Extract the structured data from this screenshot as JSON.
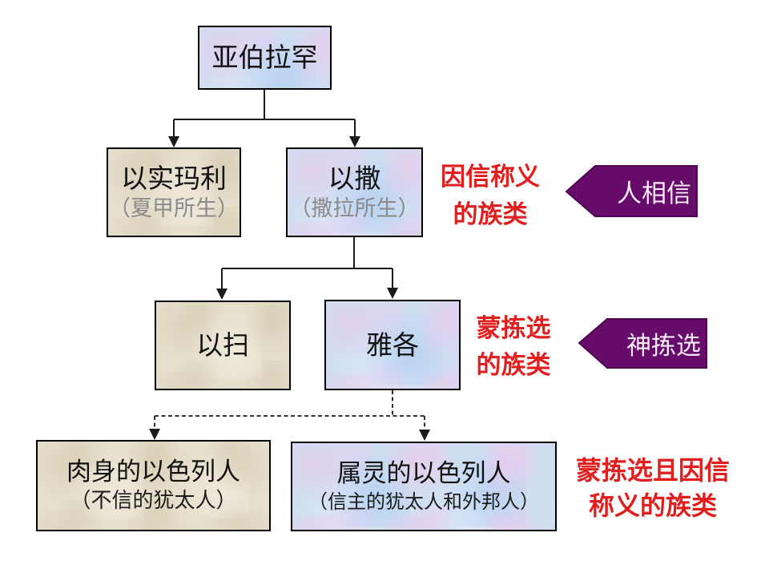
{
  "palette": {
    "background": "#ffffff",
    "box_blue_fill": "#cfdff1",
    "box_blue_mottle_pink": "#ecd4ea",
    "box_tan_fill": "#e6dfcc",
    "box_border": "#000000",
    "connector_line": "#1a1a1a",
    "banner_purple": "#670c6b",
    "banner_border": "#4c064e",
    "banner_text": "#f7ebf7",
    "red_annotation": "#e01f1f",
    "subtitle_gray": "#8a8a8a",
    "subtitle_dark": "#1c1c1c"
  },
  "boxes": {
    "abraham": {
      "title": "亚伯拉罕"
    },
    "ishmael": {
      "title": "以实玛利",
      "subtitle": "（夏甲所生）"
    },
    "isaac": {
      "title": "以撒",
      "subtitle": "（撒拉所生）"
    },
    "esau": {
      "title": "以扫"
    },
    "jacob": {
      "title": "雅各"
    },
    "fleshly_israel": {
      "title": "肉身的以色列人",
      "subtitle": "（不信的犹太人）"
    },
    "spiritual_israel": {
      "title": "属灵的以色列人",
      "subtitle": "（信主的犹太人和外邦人）"
    }
  },
  "annotations": {
    "justified_by_faith": {
      "line1": "因信称义",
      "line2": "的族类"
    },
    "chosen": {
      "line1": "蒙拣选",
      "line2": "的族类"
    },
    "chosen_and_justified": {
      "line1": "蒙拣选且因信",
      "line2": "称义的族类"
    }
  },
  "banners": {
    "man_believes": {
      "label": "人相信"
    },
    "god_chooses": {
      "label": "神拣选"
    }
  }
}
